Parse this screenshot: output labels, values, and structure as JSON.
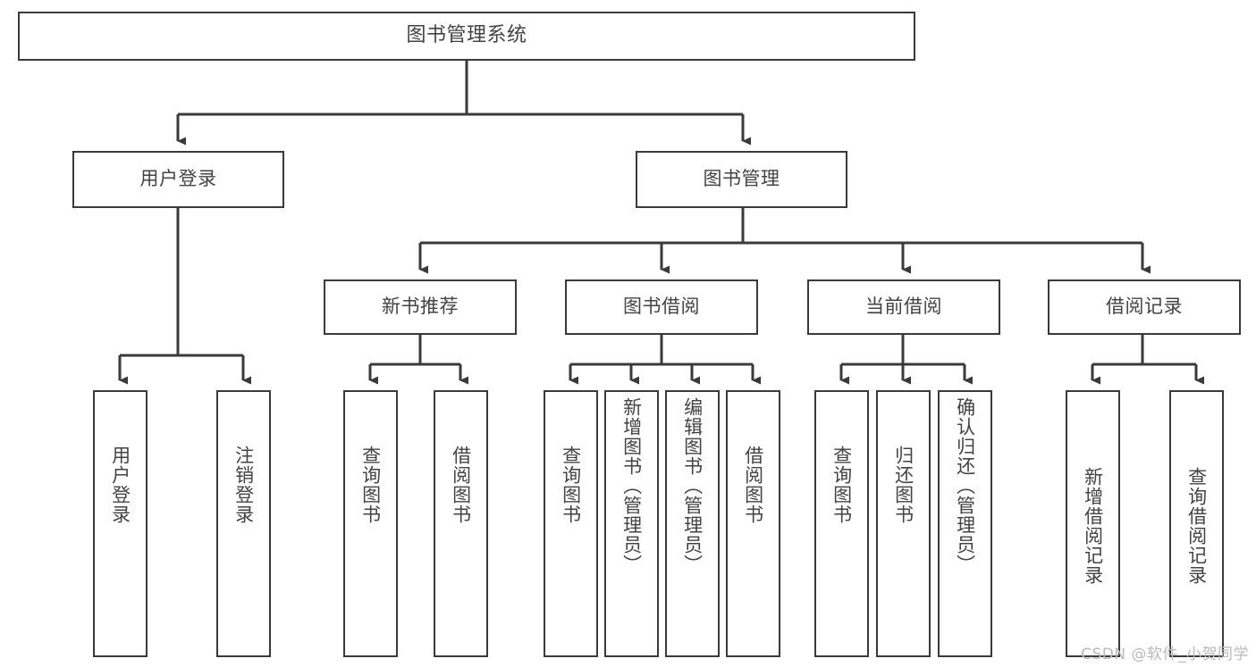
{
  "diagram": {
    "title": "图书管理系统",
    "type": "tree",
    "orientation": "top-down",
    "line_color": "#3a3a3a",
    "box_fill": "#ffffff",
    "text_color": "#434343",
    "watermark": "CSDN @软件_小贺同学",
    "levels": {
      "root": "图书管理系统",
      "level2": [
        "用户登录",
        "图书管理"
      ],
      "level3": [
        "新书推荐",
        "图书借阅",
        "当前借阅",
        "借阅记录"
      ]
    },
    "nodes": {
      "root": {
        "label": "图书管理系统"
      },
      "user_login": {
        "label": "用户登录"
      },
      "book_manage": {
        "label": "图书管理"
      },
      "new_book_rec": {
        "label": "新书推荐"
      },
      "book_borrow": {
        "label": "图书借阅"
      },
      "current_borrow": {
        "label": "当前借阅"
      },
      "borrow_record": {
        "label": "借阅记录"
      },
      "leaf_user_login": {
        "label": "用户登录"
      },
      "leaf_logout": {
        "label": "注销登录"
      },
      "leaf_query_book_1": {
        "label": "查询图书"
      },
      "leaf_borrow_book_1": {
        "label": "借阅图书"
      },
      "leaf_query_book_2": {
        "label": "查询图书"
      },
      "leaf_add_book": {
        "label": "新增图书（管理员）"
      },
      "leaf_edit_book": {
        "label": "编辑图书（管理员）"
      },
      "leaf_borrow_book_2": {
        "label": "借阅图书"
      },
      "leaf_query_book_3": {
        "label": "查询图书"
      },
      "leaf_return_book": {
        "label": "归还图书"
      },
      "leaf_confirm_return": {
        "label": "确认归还（管理员）"
      },
      "leaf_add_record": {
        "label": "新增借阅记录"
      },
      "leaf_query_record": {
        "label": "查询借阅记录"
      }
    },
    "edges": [
      {
        "from": "root",
        "to": "user_login"
      },
      {
        "from": "root",
        "to": "book_manage"
      },
      {
        "from": "user_login",
        "to": "leaf_user_login"
      },
      {
        "from": "user_login",
        "to": "leaf_logout"
      },
      {
        "from": "book_manage",
        "to": "new_book_rec"
      },
      {
        "from": "book_manage",
        "to": "book_borrow"
      },
      {
        "from": "book_manage",
        "to": "current_borrow"
      },
      {
        "from": "book_manage",
        "to": "borrow_record"
      },
      {
        "from": "new_book_rec",
        "to": "leaf_query_book_1"
      },
      {
        "from": "new_book_rec",
        "to": "leaf_borrow_book_1"
      },
      {
        "from": "book_borrow",
        "to": "leaf_query_book_2"
      },
      {
        "from": "book_borrow",
        "to": "leaf_add_book"
      },
      {
        "from": "book_borrow",
        "to": "leaf_edit_book"
      },
      {
        "from": "book_borrow",
        "to": "leaf_borrow_book_2"
      },
      {
        "from": "current_borrow",
        "to": "leaf_query_book_3"
      },
      {
        "from": "current_borrow",
        "to": "leaf_return_book"
      },
      {
        "from": "current_borrow",
        "to": "leaf_confirm_return"
      },
      {
        "from": "borrow_record",
        "to": "leaf_add_record"
      },
      {
        "from": "borrow_record",
        "to": "leaf_query_record"
      }
    ]
  }
}
